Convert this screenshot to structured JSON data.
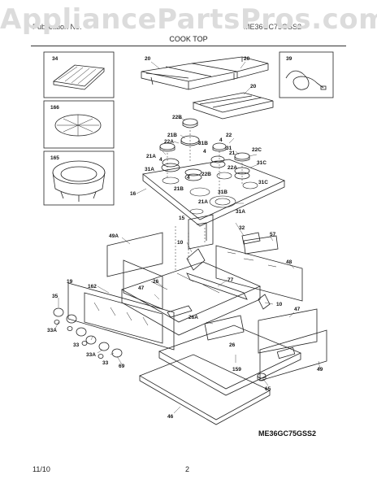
{
  "watermark": "AppliancePartsPros.com",
  "header": {
    "left": "Publication No.",
    "right": "ME36GC75GSS2"
  },
  "subtitle": "COOK TOP",
  "model": "ME36GC75GSS2",
  "footer": {
    "date": "11/10",
    "page": "2"
  },
  "labels": {
    "l34": "34",
    "l20a": "20",
    "l20b": "20",
    "l20c": "20",
    "l39": "39",
    "l166": "166",
    "l165": "165",
    "l22b": "22B",
    "l21b": "21B",
    "l22a": "22A",
    "l22": "22",
    "l4a": "4",
    "l31b": "31B",
    "l31": "31",
    "l21": "21",
    "l22c": "22C",
    "l21a": "21A",
    "l4b": "4",
    "l4c": "4",
    "l31a": "31A",
    "l22b2": "22B",
    "l22a2": "22A",
    "l4d": "4",
    "l31c": "31C",
    "l31c2": "31C",
    "l21b2": "21B",
    "l31b2": "31B",
    "l16": "16",
    "l21a2": "21A",
    "l31a2": "31A",
    "l15": "15",
    "l32": "32",
    "l57": "57",
    "l49a": "49A",
    "l10a": "10",
    "l48": "48",
    "l77": "77",
    "l26a": "26",
    "l47a": "47",
    "l19": "19",
    "l162": "162",
    "l35": "35",
    "l26a2": "26A",
    "l10b": "10",
    "l47b": "47",
    "l33a": "33A",
    "l33": "33",
    "l33a2": "33A",
    "l33b": "33",
    "l69": "69",
    "l26b": "26",
    "l159": "159",
    "l49": "49",
    "l65": "65",
    "l46": "46"
  }
}
